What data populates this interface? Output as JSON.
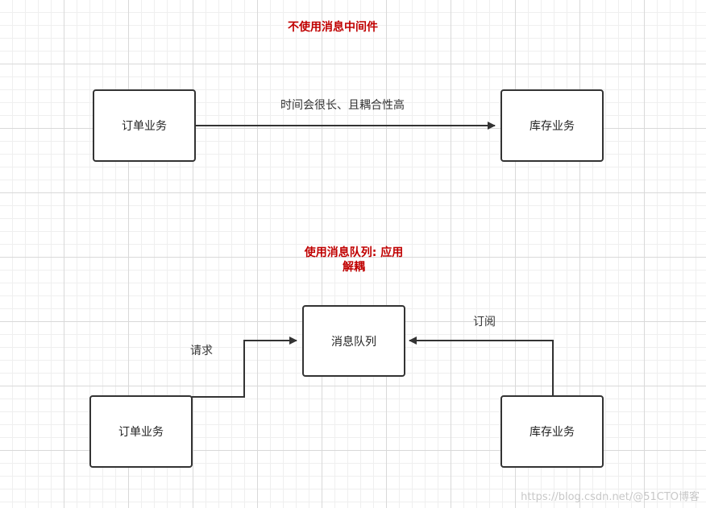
{
  "section1": {
    "title": "不使用消息中间件",
    "order_box": "订单业务",
    "inventory_box": "库存业务",
    "edge_label": "时间会很长、且耦合性高"
  },
  "section2": {
    "title_line1": "使用消息队列: 应用",
    "title_line2": "解耦",
    "queue_box": "消息队列",
    "order_box": "订单业务",
    "inventory_box": "库存业务",
    "request_label": "请求",
    "subscribe_label": "订阅"
  },
  "watermark": "https://blog.csdn.net/@51CTO博客",
  "colors": {
    "title": "#c00000",
    "stroke": "#333333"
  }
}
